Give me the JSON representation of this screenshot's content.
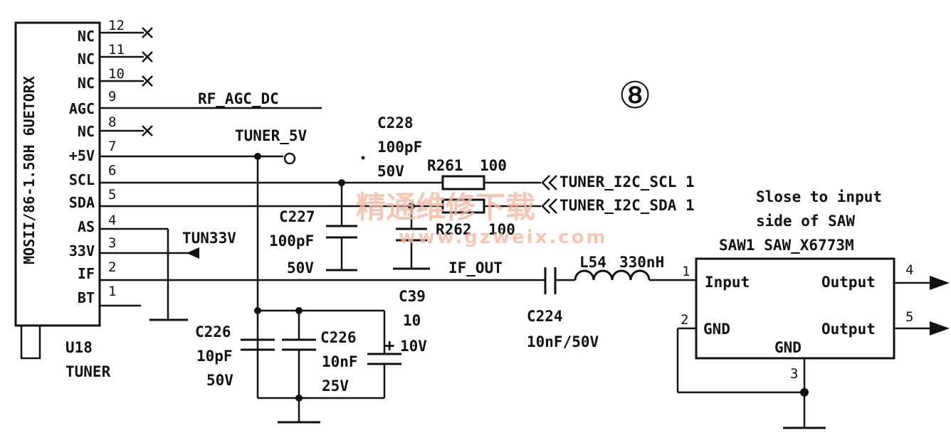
{
  "tuner": {
    "part_number": "MOSII/86-1.50H 6UETORX",
    "ref": "U18",
    "name": "TUNER",
    "pins": [
      {
        "name": "NC",
        "num": "12"
      },
      {
        "name": "NC",
        "num": "11"
      },
      {
        "name": "NC",
        "num": "10"
      },
      {
        "name": "AGC",
        "num": "9"
      },
      {
        "name": "NC",
        "num": "8"
      },
      {
        "name": "+5V",
        "num": "7"
      },
      {
        "name": "SCL",
        "num": "6"
      },
      {
        "name": "SDA",
        "num": "5"
      },
      {
        "name": "AS",
        "num": "4"
      },
      {
        "name": "33V",
        "num": "3"
      },
      {
        "name": "IF",
        "num": "2"
      },
      {
        "name": "BT",
        "num": "1"
      }
    ]
  },
  "nets": {
    "rf_agc": "RF_AGC_DC",
    "tuner_5v": "TUNER_5V",
    "tun33v": "TUN33V",
    "if_out": "IF_OUT",
    "i2c_scl": "TUNER_I2C_SCL  1",
    "i2c_sda": "TUNER_I2C_SDA 1"
  },
  "section_marker": "⑧",
  "components": {
    "c228": {
      "ref": "C228",
      "value": "100pF",
      "voltage": "50V"
    },
    "r261": {
      "ref": "R261",
      "value": "100"
    },
    "c227": {
      "ref": "C227",
      "value": "100pF",
      "voltage": "50V"
    },
    "r262": {
      "ref": "R262",
      "value": "100"
    },
    "c39": {
      "ref": "C39",
      "value": "10",
      "voltage": "10V",
      "polarity": "+"
    },
    "c226a": {
      "ref": "C226",
      "value": "10pF",
      "voltage": "50V"
    },
    "c226b": {
      "ref": "C226",
      "value": "10nF",
      "voltage": "25V"
    },
    "c224": {
      "ref": "C224",
      "value": "10nF/50V"
    },
    "l54": {
      "ref": "L54",
      "value": "330nH"
    }
  },
  "saw": {
    "title": "SAW1 SAW_X6773M",
    "note_line1": "Slose to input",
    "note_line2": "side of SAW",
    "pin_input": "Input",
    "pin_gnd_left": "GND",
    "pin_output_top": "Output",
    "pin_output_bottom": "Output",
    "pin_gnd_bottom": "GND",
    "num_input": "1",
    "num_gnd": "2",
    "num_gnd_bottom": "3",
    "num_out_top": "4",
    "num_out_bottom": "5"
  },
  "watermark": {
    "cn": "精通维修下载",
    "url": "www.gzweix.com"
  }
}
